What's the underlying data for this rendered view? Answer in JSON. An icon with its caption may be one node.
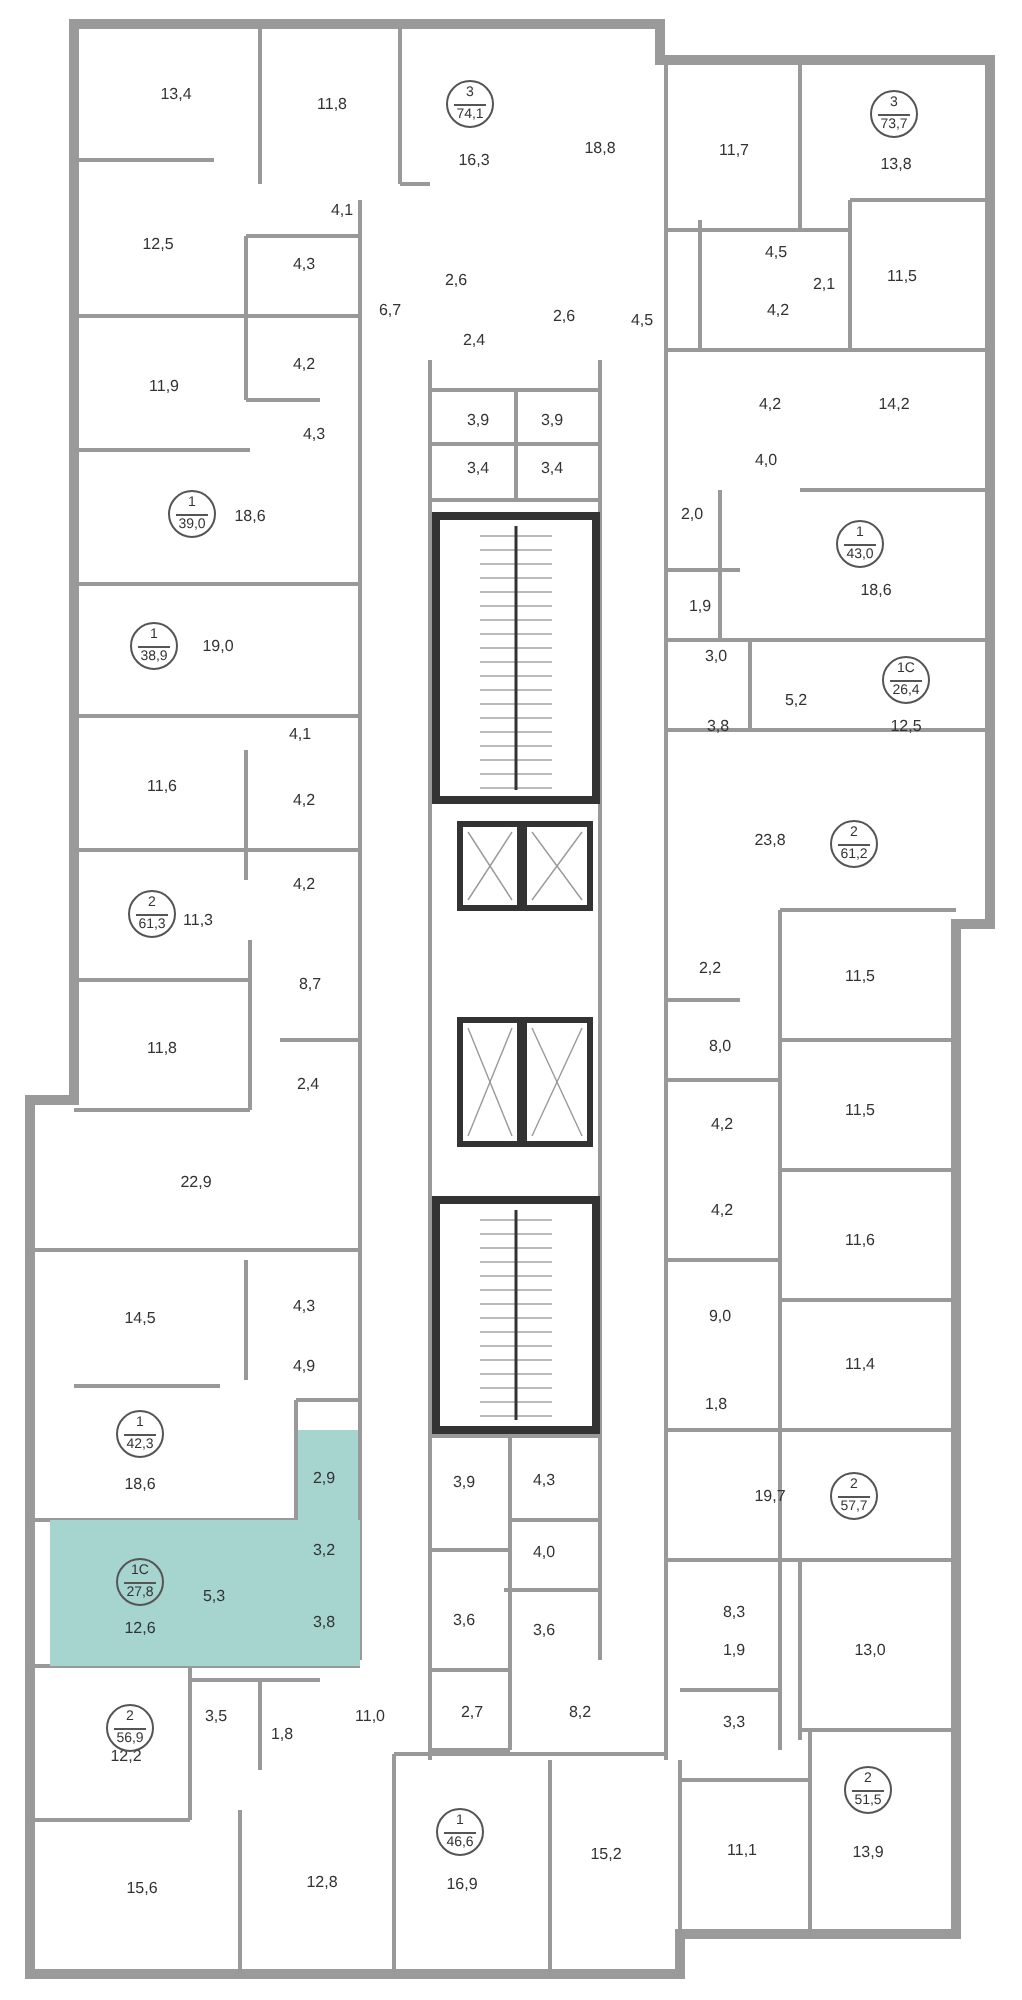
{
  "diagram": {
    "nodes": [
      {
        "text": [
          "3",
          "74,1"
        ]
      },
      {
        "text": [
          "3",
          "73,7"
        ]
      },
      {
        "text": [
          "1",
          "39,0"
        ]
      },
      {
        "text": [
          "1",
          "43,0"
        ]
      },
      {
        "text": [
          "1",
          "38,9"
        ]
      },
      {
        "text": [
          "1C",
          "26,4"
        ]
      },
      {
        "text": [
          "2",
          "61,2"
        ]
      },
      {
        "text": [
          "2",
          "61,3"
        ]
      },
      {
        "text": [
          "1",
          "42,3"
        ]
      },
      {
        "text": [
          "2",
          "57,7"
        ]
      },
      {
        "text": [
          "3,2",
          "5,3",
          "3,8",
          "12,6"
        ]
      },
      {
        "text": [
          "1C",
          "27,8"
        ],
        "in": 10
      },
      {
        "text": [
          "2",
          "56,9"
        ]
      },
      {
        "text": [
          "2",
          "51,5"
        ]
      },
      {
        "text": [
          "1",
          "46,6"
        ]
      }
    ],
    "labels": [
      "13,4",
      "11,8",
      "16,3",
      "18,8",
      "11,7",
      "13,8",
      "4,1",
      "12,5",
      "4,5",
      "4,3",
      "11,5",
      "2,6",
      "2,1",
      "4,2",
      "6,7",
      "2,6",
      "4,5",
      "2,4",
      "4,2",
      "11,9",
      "4,2",
      "14,2",
      "3,9",
      "3,9",
      "4,3",
      "4,0",
      "3,4",
      "3,4",
      "2,0",
      "18,6",
      "18,6",
      "1,9",
      "19,0",
      "3,0",
      "5,2",
      "12,5",
      "3,8",
      "4,1",
      "11,6",
      "4,2",
      "23,8",
      "4,2",
      "11,3",
      "2,2",
      "11,5",
      "8,7",
      "8,0",
      "11,8",
      "2,4",
      "11,5",
      "4,2",
      "22,9",
      "4,2",
      "11,6",
      "4,3",
      "9,0",
      "14,5",
      "11,4",
      "4,9",
      "1,8",
      "2,9",
      "3,9",
      "4,3",
      "18,6",
      "19,7",
      "4,0",
      "8,3",
      "3,6",
      "3,6",
      "13,0",
      "1,9",
      "2,7",
      "8,2",
      "11,0",
      "3,5",
      "3,3",
      "1,8",
      "12,2",
      "11,1",
      "15,2",
      "13,9",
      "12,8",
      "16,9",
      "15,6"
    ]
  }
}
